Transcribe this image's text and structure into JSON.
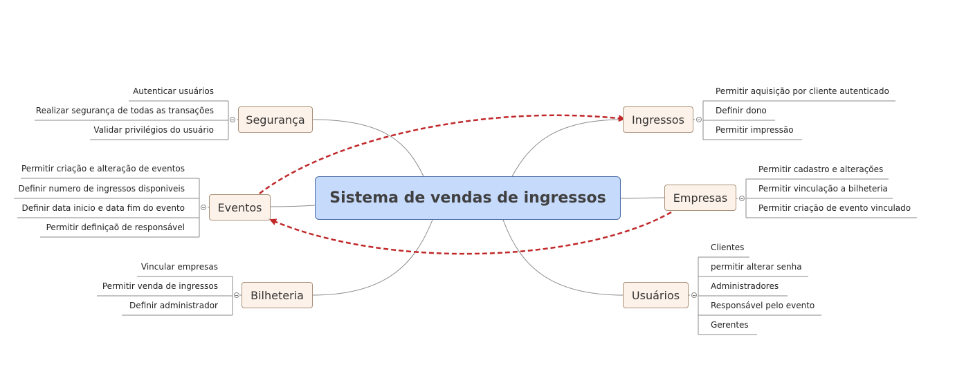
{
  "central": {
    "title": "Sistema de vendas de ingressos"
  },
  "topics": {
    "seguranca": {
      "label": "Segurança",
      "items": [
        "Autenticar usuários",
        "Realizar segurança de todas as transações",
        "Validar privilégios do usuário"
      ]
    },
    "eventos": {
      "label": "Eventos",
      "items": [
        "Permitir criação e alteração de eventos",
        "Definir numero de ingressos disponiveis",
        "Definir data inicio e data fim do evento",
        "Permitir definiçaõ de responsável"
      ]
    },
    "bilheteria": {
      "label": "Bilheteria",
      "items": [
        "Vincular empresas",
        "Permitir venda de ingressos",
        "Definir administrador"
      ]
    },
    "ingressos": {
      "label": "Ingressos",
      "items": [
        "Permitir aquisição por cliente autenticado",
        "Definir dono",
        "Permitir impressão"
      ]
    },
    "empresas": {
      "label": "Empresas",
      "items": [
        "Permitir cadastro e alterações",
        "Permitir vinculação a bilheteria",
        "Permitir criação de evento vinculado"
      ]
    },
    "usuarios": {
      "label": "Usuários",
      "items": [
        "Clientes",
        "permitir alterar senha",
        "Administradores",
        "Responsável pelo evento",
        "Gerentes"
      ]
    }
  },
  "colors": {
    "central_fill": "#c6dafb",
    "central_border": "#4a6da8",
    "topic_fill": "#fdf2e9",
    "topic_border": "#a89078",
    "connector": "#8a8a8a",
    "relationship_arrow": "#c0282a"
  }
}
